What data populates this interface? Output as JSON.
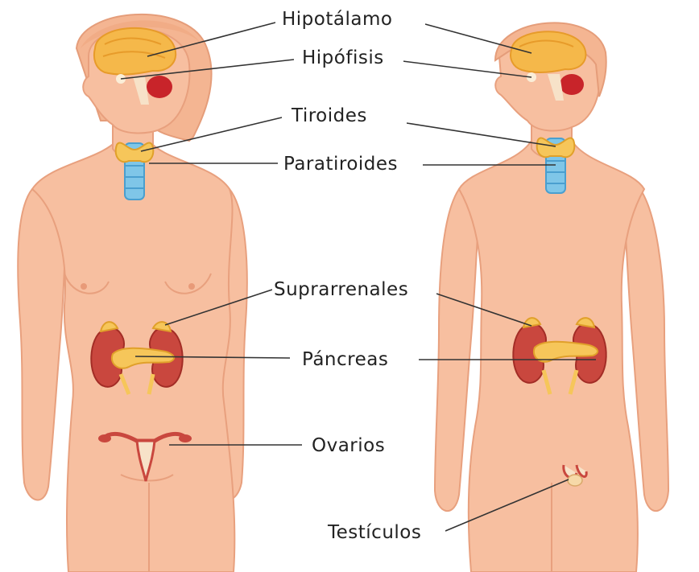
{
  "labels": {
    "hipotalamo": "Hipotálamo",
    "hipofisis": "Hipófisis",
    "tiroides": "Tiroides",
    "paratiroides": "Paratiroides",
    "suprarrenales": "Suprarrenales",
    "pancreas": "Páncreas",
    "ovarios": "Ovarios",
    "testiculos": "Testículos"
  },
  "colors": {
    "skin": "#f7bfa0",
    "skin_outline": "#e8a07e",
    "brain": "#f5b84a",
    "gland_red": "#c8242a",
    "kidney": "#c9473e",
    "pancreas": "#f6c65a",
    "trachea": "#7fc6e8",
    "leader_line": "#333333"
  }
}
